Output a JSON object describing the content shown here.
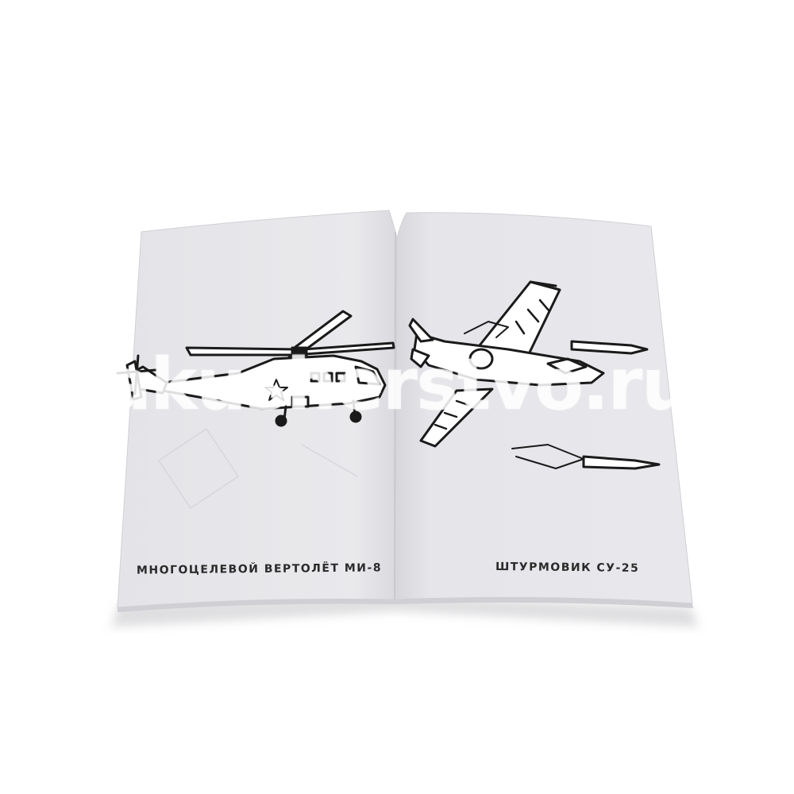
{
  "book": {
    "left_page": {
      "caption": "МНОГОЦЕЛЕВОЙ ВЕРТОЛЁТ МИ-8",
      "illustration": "helicopter-mi8"
    },
    "right_page": {
      "caption": "ШТУРМОВИК СУ-25",
      "illustration": "attack-aircraft-su25"
    }
  },
  "watermark": {
    "text": "akusherstvo.ru"
  },
  "colors": {
    "background": "#ffffff",
    "paper": "#e6e6ea",
    "ink": "#1a1a1a"
  }
}
